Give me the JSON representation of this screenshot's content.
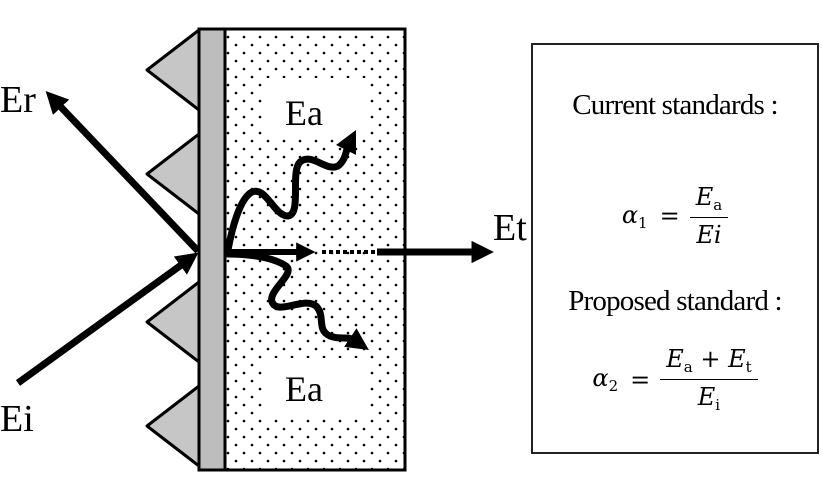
{
  "diagram": {
    "labels": {
      "incident": "Ei",
      "reflected": "Er",
      "transmitted": "Et",
      "absorbed_top": "Ea",
      "absorbed_bottom": "Ea"
    }
  },
  "formulas": {
    "current": {
      "heading": "Current standards :",
      "lhs_symbol": "α",
      "lhs_sub": "1",
      "equals": "=",
      "num_symbol": "E",
      "num_sub": "a",
      "den_text": "Ei"
    },
    "proposed": {
      "heading": "Proposed standard :",
      "lhs_symbol": "α",
      "lhs_sub": "2",
      "equals": "=",
      "num_symbol_1": "E",
      "num_sub_1": "a",
      "num_plus": " + ",
      "num_symbol_2": "E",
      "num_sub_2": "t",
      "den_symbol": "E",
      "den_sub": "i"
    }
  }
}
